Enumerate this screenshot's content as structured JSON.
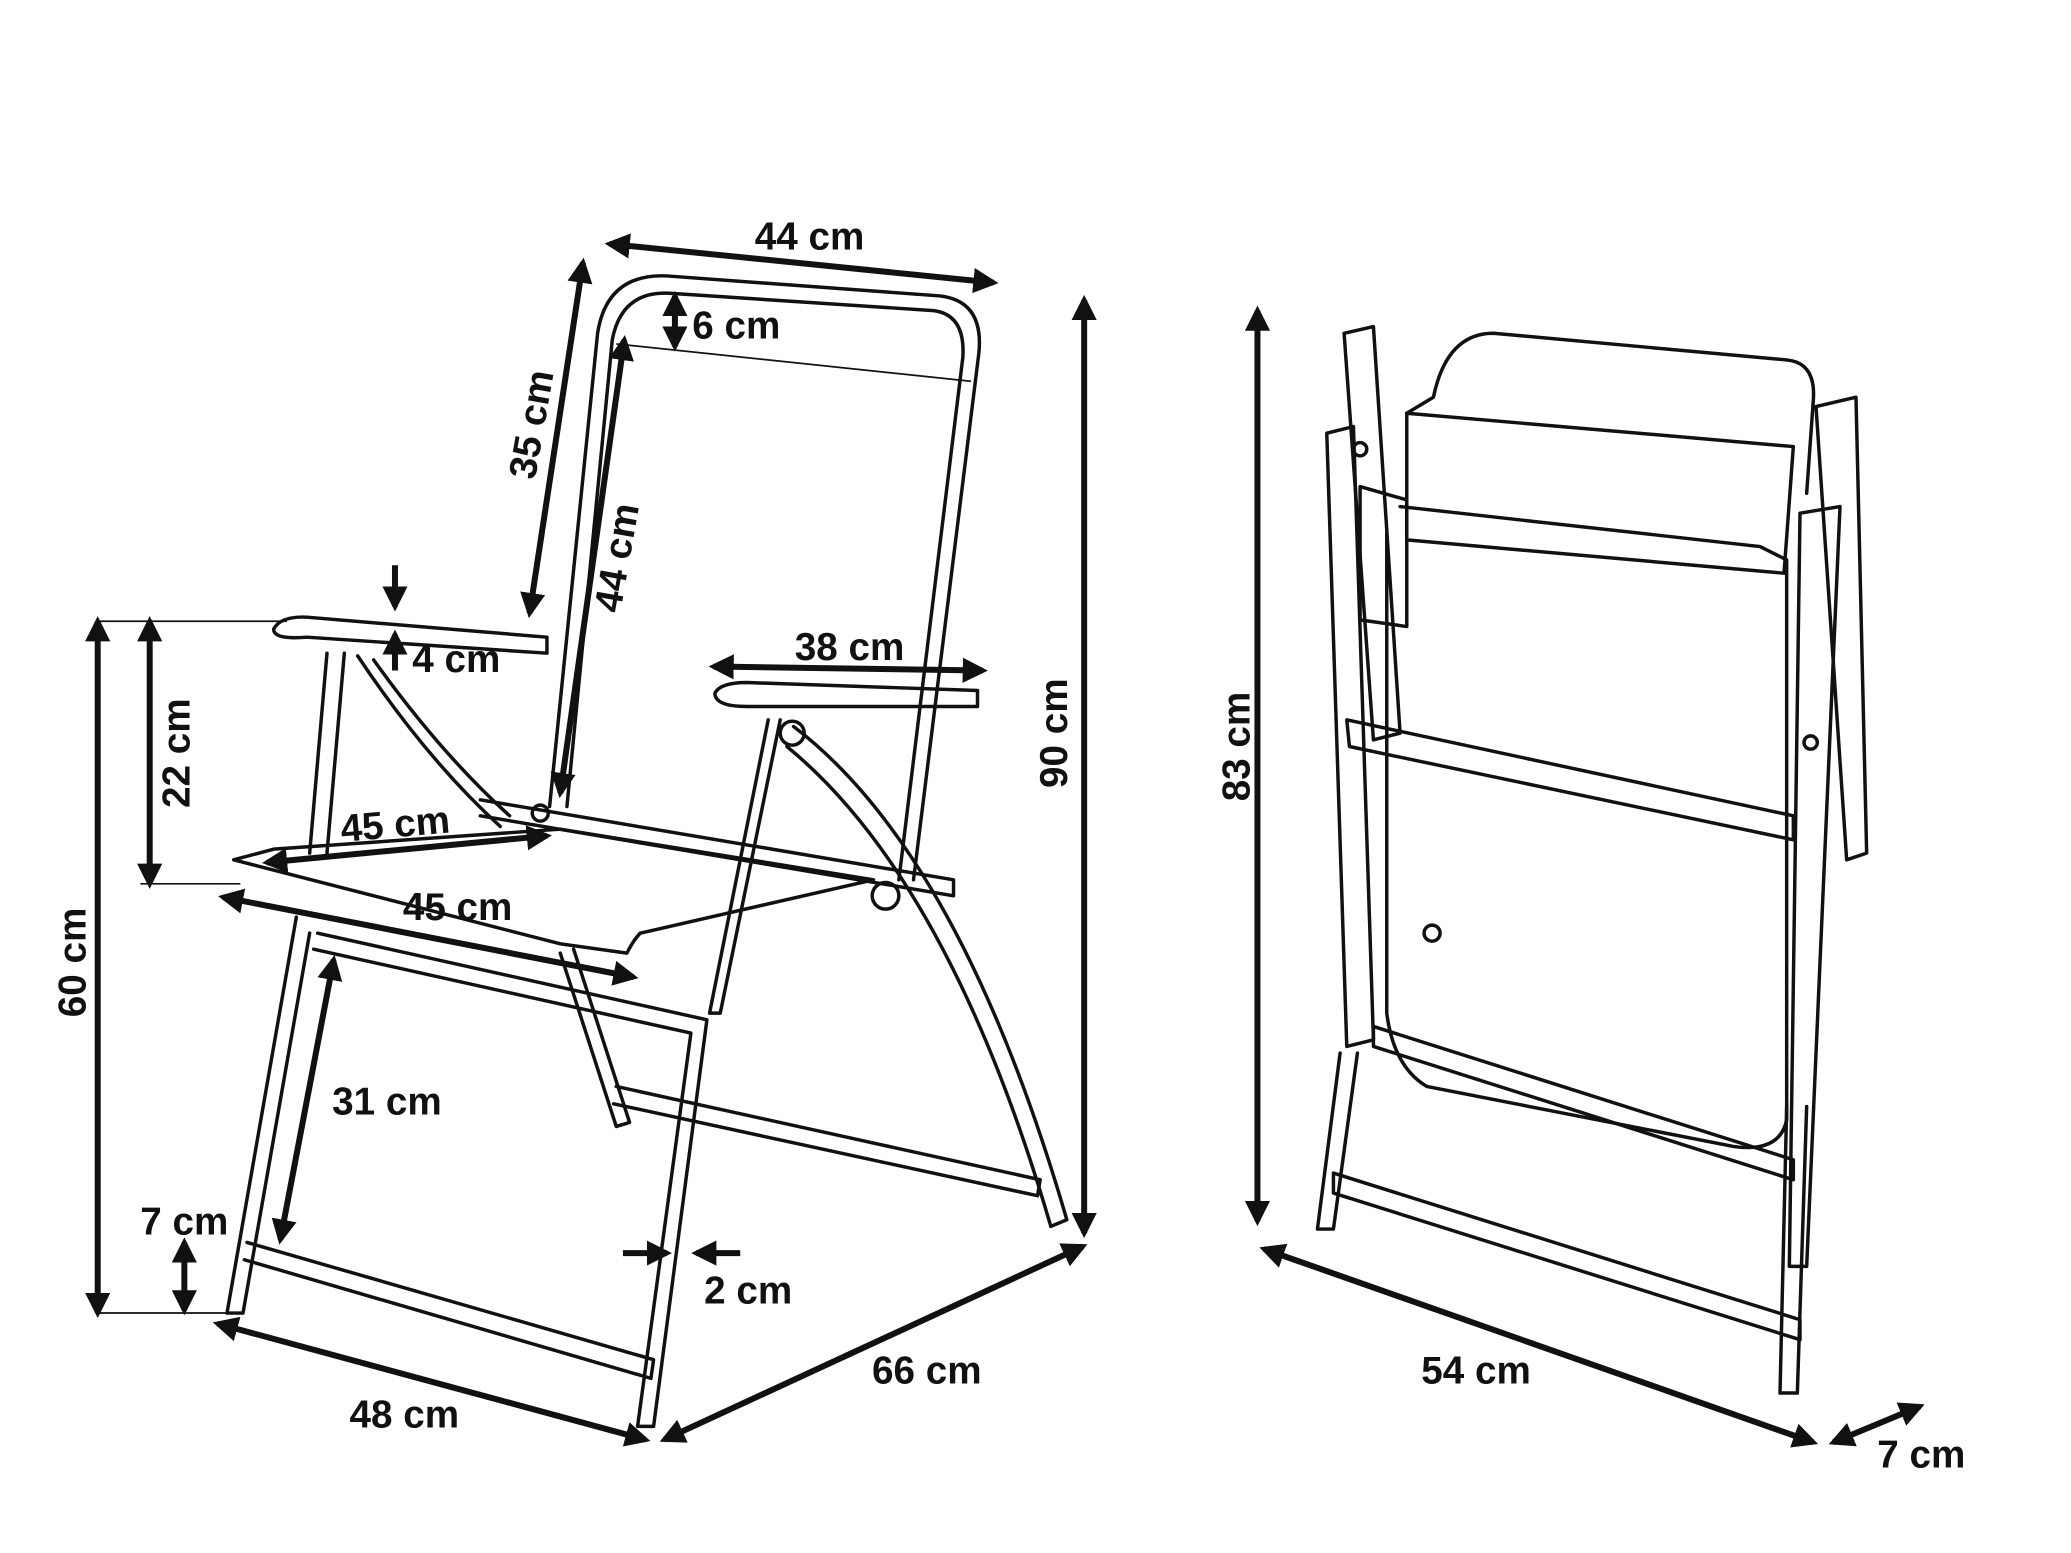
{
  "unfolded_chair": {
    "top_width": "44 cm",
    "top_band": "6 cm",
    "back_side_height": "35 cm",
    "back_fabric_height": "44 cm",
    "total_height": "90 cm",
    "armrest_thickness": "4 cm",
    "armrest_height_above_seat": "22 cm",
    "armrest_height": "60 cm",
    "armrest_length": "38 cm",
    "seat_depth": "45 cm",
    "seat_width": "45 cm",
    "seat_to_crossbar": "31 cm",
    "crossbar_height": "7 cm",
    "tube_diameter": "2 cm",
    "base_width": "48 cm",
    "base_depth": "66 cm"
  },
  "folded_chair": {
    "height": "83 cm",
    "width": "54 cm",
    "thickness": "7 cm"
  },
  "colors": {
    "line": "#111111",
    "background": "#ffffff"
  }
}
